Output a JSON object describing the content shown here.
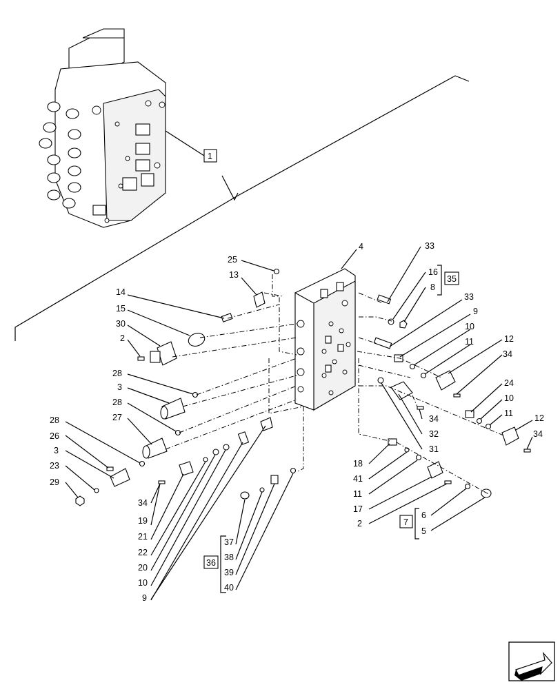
{
  "labels": {
    "l1": "1",
    "l4": "4",
    "l25": "25",
    "l13": "13",
    "l14": "14",
    "l15": "15",
    "l30": "30",
    "l2a": "2",
    "l28a": "28",
    "l3a": "3",
    "l28b": "28",
    "l27": "27",
    "l28c": "28",
    "l26": "26",
    "l3b": "3",
    "l23": "23",
    "l29": "29",
    "l34a": "34",
    "l19": "19",
    "l21": "21",
    "l22": "22",
    "l20": "20",
    "l10a": "10",
    "l9a": "9",
    "l37": "37",
    "l38": "38",
    "l39": "39",
    "l40": "40",
    "l36": "36",
    "l33a": "33",
    "l16": "16",
    "l8": "8",
    "l35": "35",
    "l33b": "33",
    "l9b": "9",
    "l10b": "10",
    "l11a": "11",
    "l12a": "12",
    "l34b": "34",
    "l24": "24",
    "l10c": "10",
    "l11b": "11",
    "l12b": "12",
    "l34c": "34",
    "l34d": "34",
    "l32": "32",
    "l31": "31",
    "l18": "18",
    "l41": "41",
    "l11c": "11",
    "l17": "17",
    "l2b": "2",
    "l7": "7",
    "l6": "6",
    "l5": "5"
  },
  "icons": {
    "nav": "next-page-arrow-icon"
  }
}
